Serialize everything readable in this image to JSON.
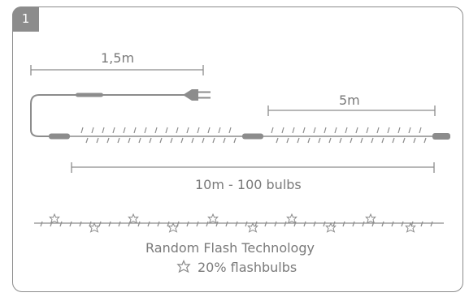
{
  "panel": {
    "number": "1",
    "lead_cable_label": "1,5m",
    "extension_label": "5m",
    "total_label": "10m - 100 bulbs",
    "flash_title": "Random Flash Technology",
    "flash_note": "20% flashbulbs"
  },
  "icons": {
    "flash": "star-burst-icon",
    "plug": "plug-icon"
  },
  "colors": {
    "line": "#8c8c8c",
    "text": "#7a7a7a",
    "badge": "#8c8c8c"
  }
}
